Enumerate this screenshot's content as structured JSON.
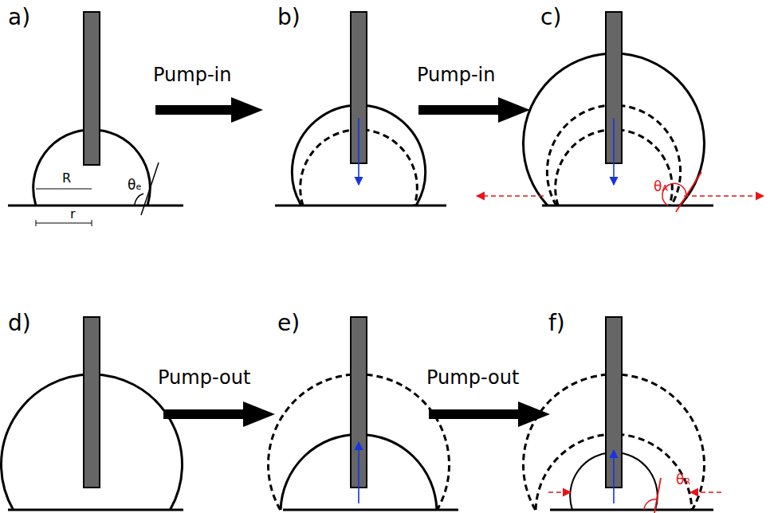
{
  "diagram": {
    "labels": [
      "a)",
      "Pump-in",
      "b)",
      "Pump-in",
      "c)",
      "d)",
      "Pump-out",
      "e)",
      "Pump-out",
      "f)",
      "R",
      "r",
      "θe",
      "θA",
      "θR"
    ]
  }
}
